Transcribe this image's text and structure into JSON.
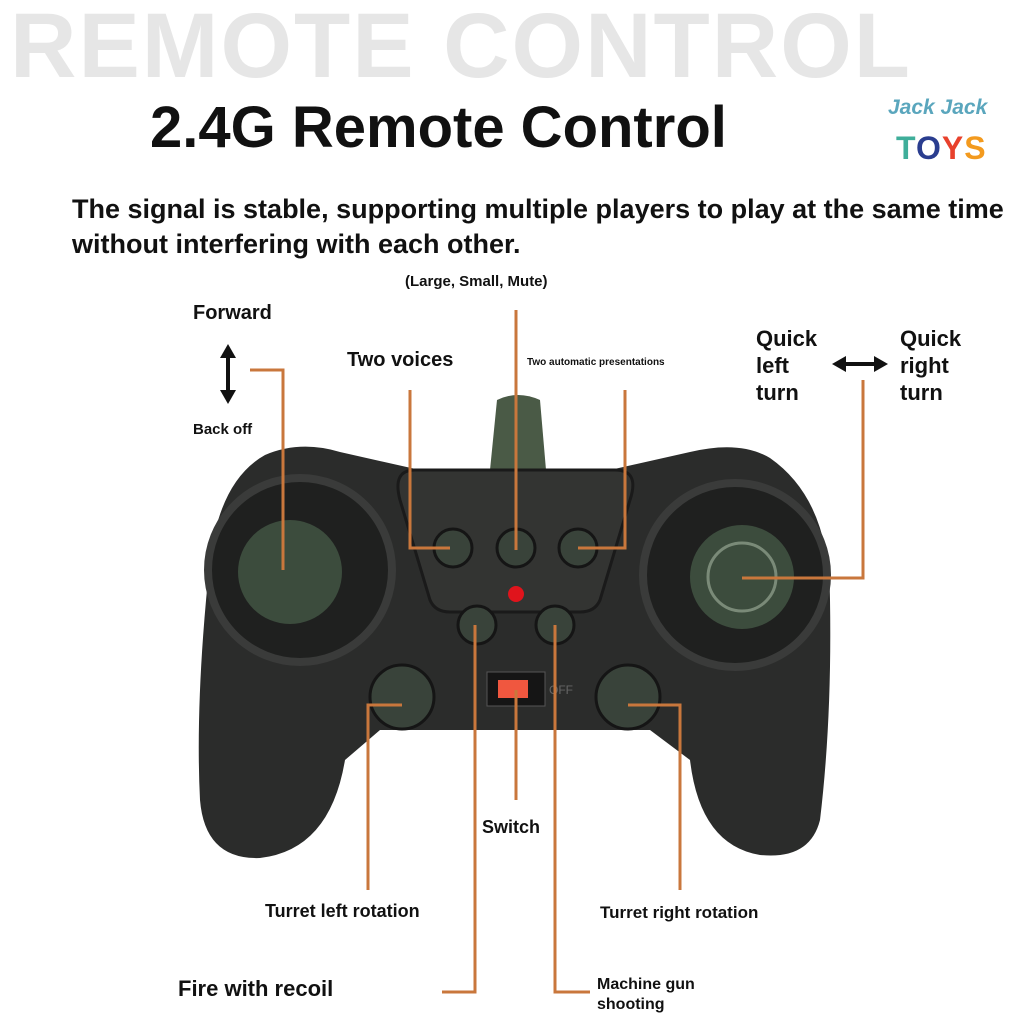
{
  "watermark": "REMOTE CONTROL",
  "title": "2.4G Remote Control",
  "subtitle": "The signal is stable, supporting multiple players to play at the same time without interfering with each other.",
  "logo": {
    "line1": "Jack Jack",
    "line2": "TOYS"
  },
  "controller": {
    "switch_label": "OFF"
  },
  "labels": {
    "forward": "Forward",
    "back_off": "Back off",
    "two_voices": "Two voices",
    "volume": "(Large, Small, Mute)",
    "two_auto": "Two automatic presentations",
    "quick_left": "Quick left turn",
    "quick_right": "Quick right turn",
    "switch": "Switch",
    "turret_left": "Turret left rotation",
    "turret_right": "Turret right rotation",
    "fire": "Fire with recoil",
    "machine_gun": "Machine gun shooting"
  },
  "colors": {
    "leader": "#c9773c",
    "body": "#2b2c2b",
    "button": "#39433a"
  }
}
